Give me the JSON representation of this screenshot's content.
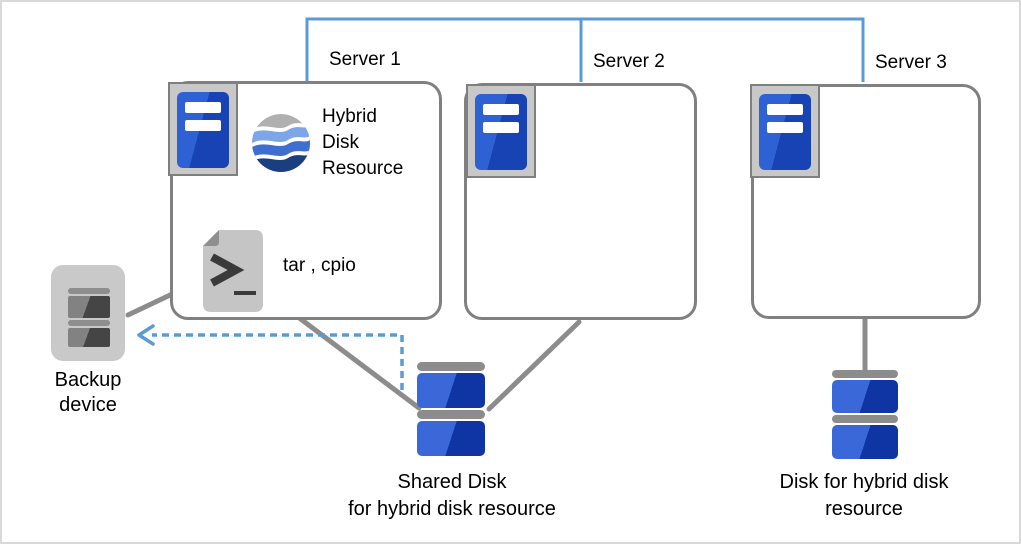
{
  "servers": [
    {
      "label": "Server 1"
    },
    {
      "label": "Server 2"
    },
    {
      "label": "Server 3"
    }
  ],
  "server1": {
    "resource_label": "Hybrid\nDisk\nResource",
    "tools_label": "tar , cpio"
  },
  "backup_device": {
    "label": "Backup\ndevice"
  },
  "shared_disk": {
    "label": "Shared Disk\nfor hybrid disk resource"
  },
  "hybrid_disk": {
    "label": "Disk for hybrid disk\nresource"
  },
  "icons": {
    "server": "server-icon",
    "hybrid_disk_resource": "wave-sphere-icon",
    "script_file": "terminal-file-icon",
    "disk": "disk-stack-icon",
    "backup": "backup-device-icon"
  },
  "colors": {
    "connector_blue": "#5B9BD5",
    "dashed_blue": "#5B9BD5",
    "line_gray": "#8C8C8C",
    "box_border": "#808080",
    "sphere_gray": "#B0B0B0",
    "sphere_blue_light": "#7CA6E8",
    "sphere_blue_mid": "#3E6FD0",
    "sphere_navy": "#1A3E7E",
    "glyph_dark": "#3A3A3A",
    "white": "#FFFFFF"
  }
}
